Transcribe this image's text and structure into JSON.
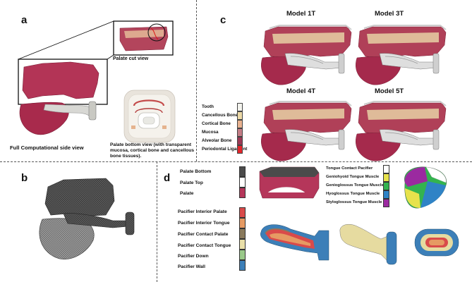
{
  "panels": {
    "a": {
      "letter": "a",
      "palate_cut_label": "Palate cut view",
      "side_view_label": "Full Computational side view",
      "bottom_view_label": "Palate bottom view (with transparent mucosa, cortical bone and cancellous bone tissues)."
    },
    "b": {
      "letter": "b"
    },
    "c": {
      "letter": "c",
      "models": [
        "Model 1T",
        "Model 3T",
        "Model 4T",
        "Model 5T"
      ],
      "legend": [
        {
          "label": "Tooth",
          "color": "#f4f4ee"
        },
        {
          "label": "Cancellous Bone",
          "color": "#ecd9a6"
        },
        {
          "label": "Cortical Bone",
          "color": "#e9b28f"
        },
        {
          "label": "Mucosa",
          "color": "#c47d86"
        },
        {
          "label": "Alveolar Bone",
          "color": "#9c3a55"
        },
        {
          "label": "Periodontal Ligament",
          "color": "#e3262b"
        }
      ]
    },
    "d": {
      "letter": "d",
      "palate_legend": [
        {
          "label": "Palate Bottom",
          "color": "#4b4b4b"
        },
        {
          "label": "Palate Top",
          "color": "#ffffff"
        },
        {
          "label": "Palate",
          "color": "#b5365a"
        }
      ],
      "pacifier_legend": [
        {
          "label": "Pacifier Interior Palate",
          "color": "#d94a4a"
        },
        {
          "label": "Pacifier Interior Tongue",
          "color": "#e69a63"
        },
        {
          "label": "Pacifier Contact Palate",
          "color": "#8a7a5c"
        },
        {
          "label": "Pacifier Contact Tongue",
          "color": "#e9dfa8"
        },
        {
          "label": "Pacifier Down",
          "color": "#9ac98a"
        },
        {
          "label": "Pacifier Wall",
          "color": "#3c7fb8"
        }
      ],
      "tongue_legend": [
        {
          "label": "Tongue Contact Pacifier",
          "color": "#ffffff"
        },
        {
          "label": "Geniohyoid Tongue Muscle",
          "color": "#e7e24c"
        },
        {
          "label": "Genioglossus Tongue Muscle",
          "color": "#34b34f"
        },
        {
          "label": "Hyoglossus Tongue Muscle",
          "color": "#2f83c6"
        },
        {
          "label": "Styloglossus Tongue Muscle",
          "color": "#9b2aa0"
        }
      ]
    }
  }
}
